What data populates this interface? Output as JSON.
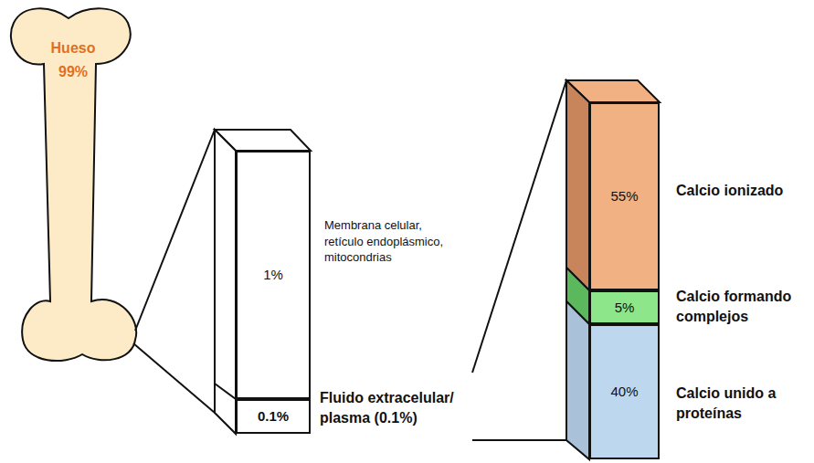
{
  "diagram": {
    "nodes": [
      {
        "text": [
          "Hueso",
          "99%"
        ]
      },
      {
        "text": [
          "1%"
        ]
      },
      {
        "text": [
          "0.1%"
        ]
      },
      {
        "text": [
          "55%"
        ]
      },
      {
        "text": [
          "5%"
        ]
      },
      {
        "text": [
          "40%"
        ]
      }
    ],
    "labels": [
      "Membrana celular, retículo endoplásmico, mitocondrias",
      "Fluido extracelular/ plasma (0.1%)",
      "Calcio ionizado",
      "Calcio formando complejos",
      "Calcio unido a proteínas"
    ]
  }
}
